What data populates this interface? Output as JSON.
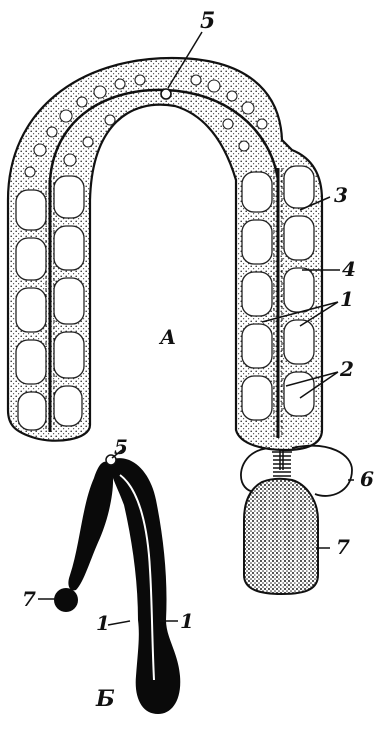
{
  "figure": {
    "labels": {
      "five_top": "5",
      "three": "3",
      "four": "4",
      "one_right": "1",
      "two": "2",
      "A": "А",
      "six": "6",
      "seven_right": "7",
      "five_small": "5",
      "seven_small": "7",
      "one_small_left": "1",
      "one_small_right": "1",
      "B": "Б"
    },
    "colors": {
      "ink": "#111111",
      "paper": "#ffffff",
      "cell": "#f2f2f2"
    }
  }
}
